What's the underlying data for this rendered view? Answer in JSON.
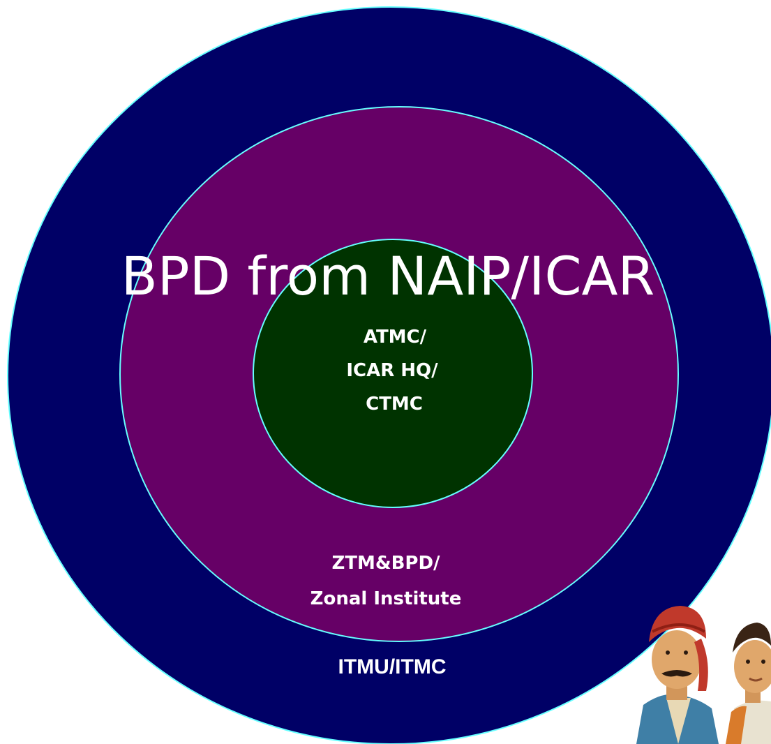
{
  "diagram": {
    "title": "BPD from NAIP/ICAR",
    "outer_ring": {
      "label": "ITMU/ITMC",
      "color": "#000066"
    },
    "middle_ring": {
      "label_line1": "ZTM&BPD/",
      "label_line2": "Zonal Institute",
      "color": "#660066"
    },
    "inner_circle": {
      "label_line1": "ATMC/",
      "label_line2": "ICAR HQ/",
      "label_line3": "CTMC",
      "color": "#003300"
    },
    "outline_color": "#66ffff",
    "illustration": "two-farmers-clipart"
  }
}
